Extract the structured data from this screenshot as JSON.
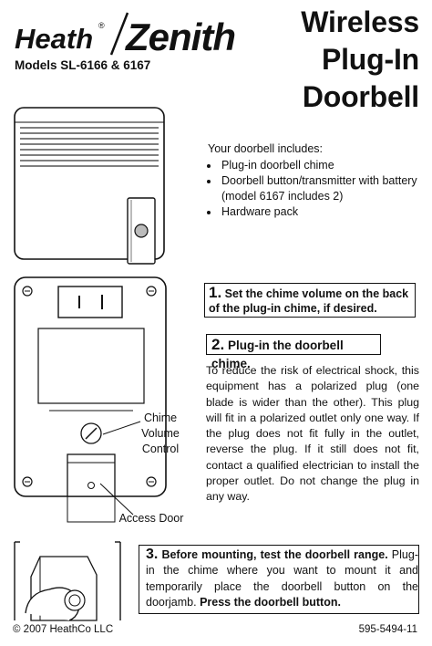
{
  "brand": {
    "part1": "Heath",
    "registered": "®",
    "part2": "Zenith"
  },
  "models": "Models SL-6166 & 6167",
  "title": {
    "line1": "Wireless",
    "line2": "Plug-In",
    "line3": "Doorbell"
  },
  "includes": {
    "heading": "Your doorbell includes:",
    "items": [
      "Plug-in doorbell chime",
      "Doorbell button/transmitter with battery (model 6167 includes 2)",
      "Hardware pack"
    ]
  },
  "steps": {
    "step1": {
      "num": "1.",
      "text": "Set the chime volume on the back of the plug-in chime, if desired."
    },
    "step2": {
      "num": "2.",
      "text": "Plug-in the doorbell chime."
    },
    "step3": {
      "num": "3.",
      "heading": "Before mounting, test the doorbell range.",
      "text": "Plug-in the chime where you want to mount it and temporarily place the doorbell button on the doorjamb.",
      "emphasis": "Press the doorbell button."
    }
  },
  "body_text": "To reduce the risk of electrical shock, this equipment has a polarized plug (one blade is wider than the other). This plug will fit in a polarized outlet only one way. If the plug does not fit fully in the outlet, reverse the plug. If it still does not fit, contact a qualified electrician to install the proper outlet. Do not change the plug in any way.",
  "labels": {
    "chime_volume_control": [
      "Chime",
      "Volume",
      "Control"
    ],
    "access_door": "Access Door"
  },
  "footer": {
    "copyright": "© 2007 HeathCo LLC",
    "part_number": "595-5494-11"
  }
}
